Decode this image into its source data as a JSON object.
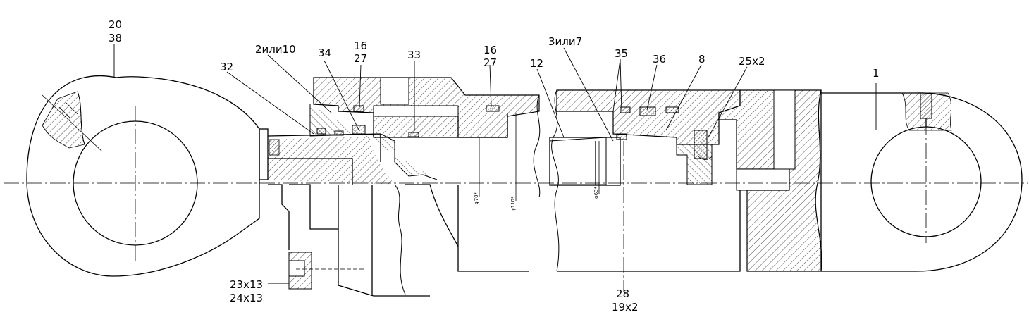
{
  "drawing": {
    "callouts": [
      {
        "id": "c20",
        "lines": [
          "20",
          "38"
        ]
      },
      {
        "id": "c2ili10",
        "lines": [
          "2или10"
        ]
      },
      {
        "id": "c32",
        "lines": [
          "32"
        ]
      },
      {
        "id": "c34",
        "lines": [
          "34"
        ]
      },
      {
        "id": "c16a",
        "lines": [
          "16",
          "27"
        ]
      },
      {
        "id": "c33",
        "lines": [
          "33"
        ]
      },
      {
        "id": "c16b",
        "lines": [
          "16",
          "27"
        ]
      },
      {
        "id": "c3ili7",
        "lines": [
          "3или7"
        ]
      },
      {
        "id": "c12",
        "lines": [
          "12"
        ]
      },
      {
        "id": "c35",
        "lines": [
          "35"
        ]
      },
      {
        "id": "c36",
        "lines": [
          "36"
        ]
      },
      {
        "id": "c8",
        "lines": [
          "8"
        ]
      },
      {
        "id": "c25",
        "lines": [
          "25x2"
        ]
      },
      {
        "id": "c1",
        "lines": [
          "1"
        ]
      },
      {
        "id": "c23",
        "lines": [
          "23x13",
          "24x13"
        ]
      },
      {
        "id": "c28",
        "lines": [
          "28",
          "19x2"
        ]
      }
    ],
    "dimensions": {
      "d70": "φ70*",
      "d110": "φ110*",
      "d63": "φ63*"
    }
  }
}
